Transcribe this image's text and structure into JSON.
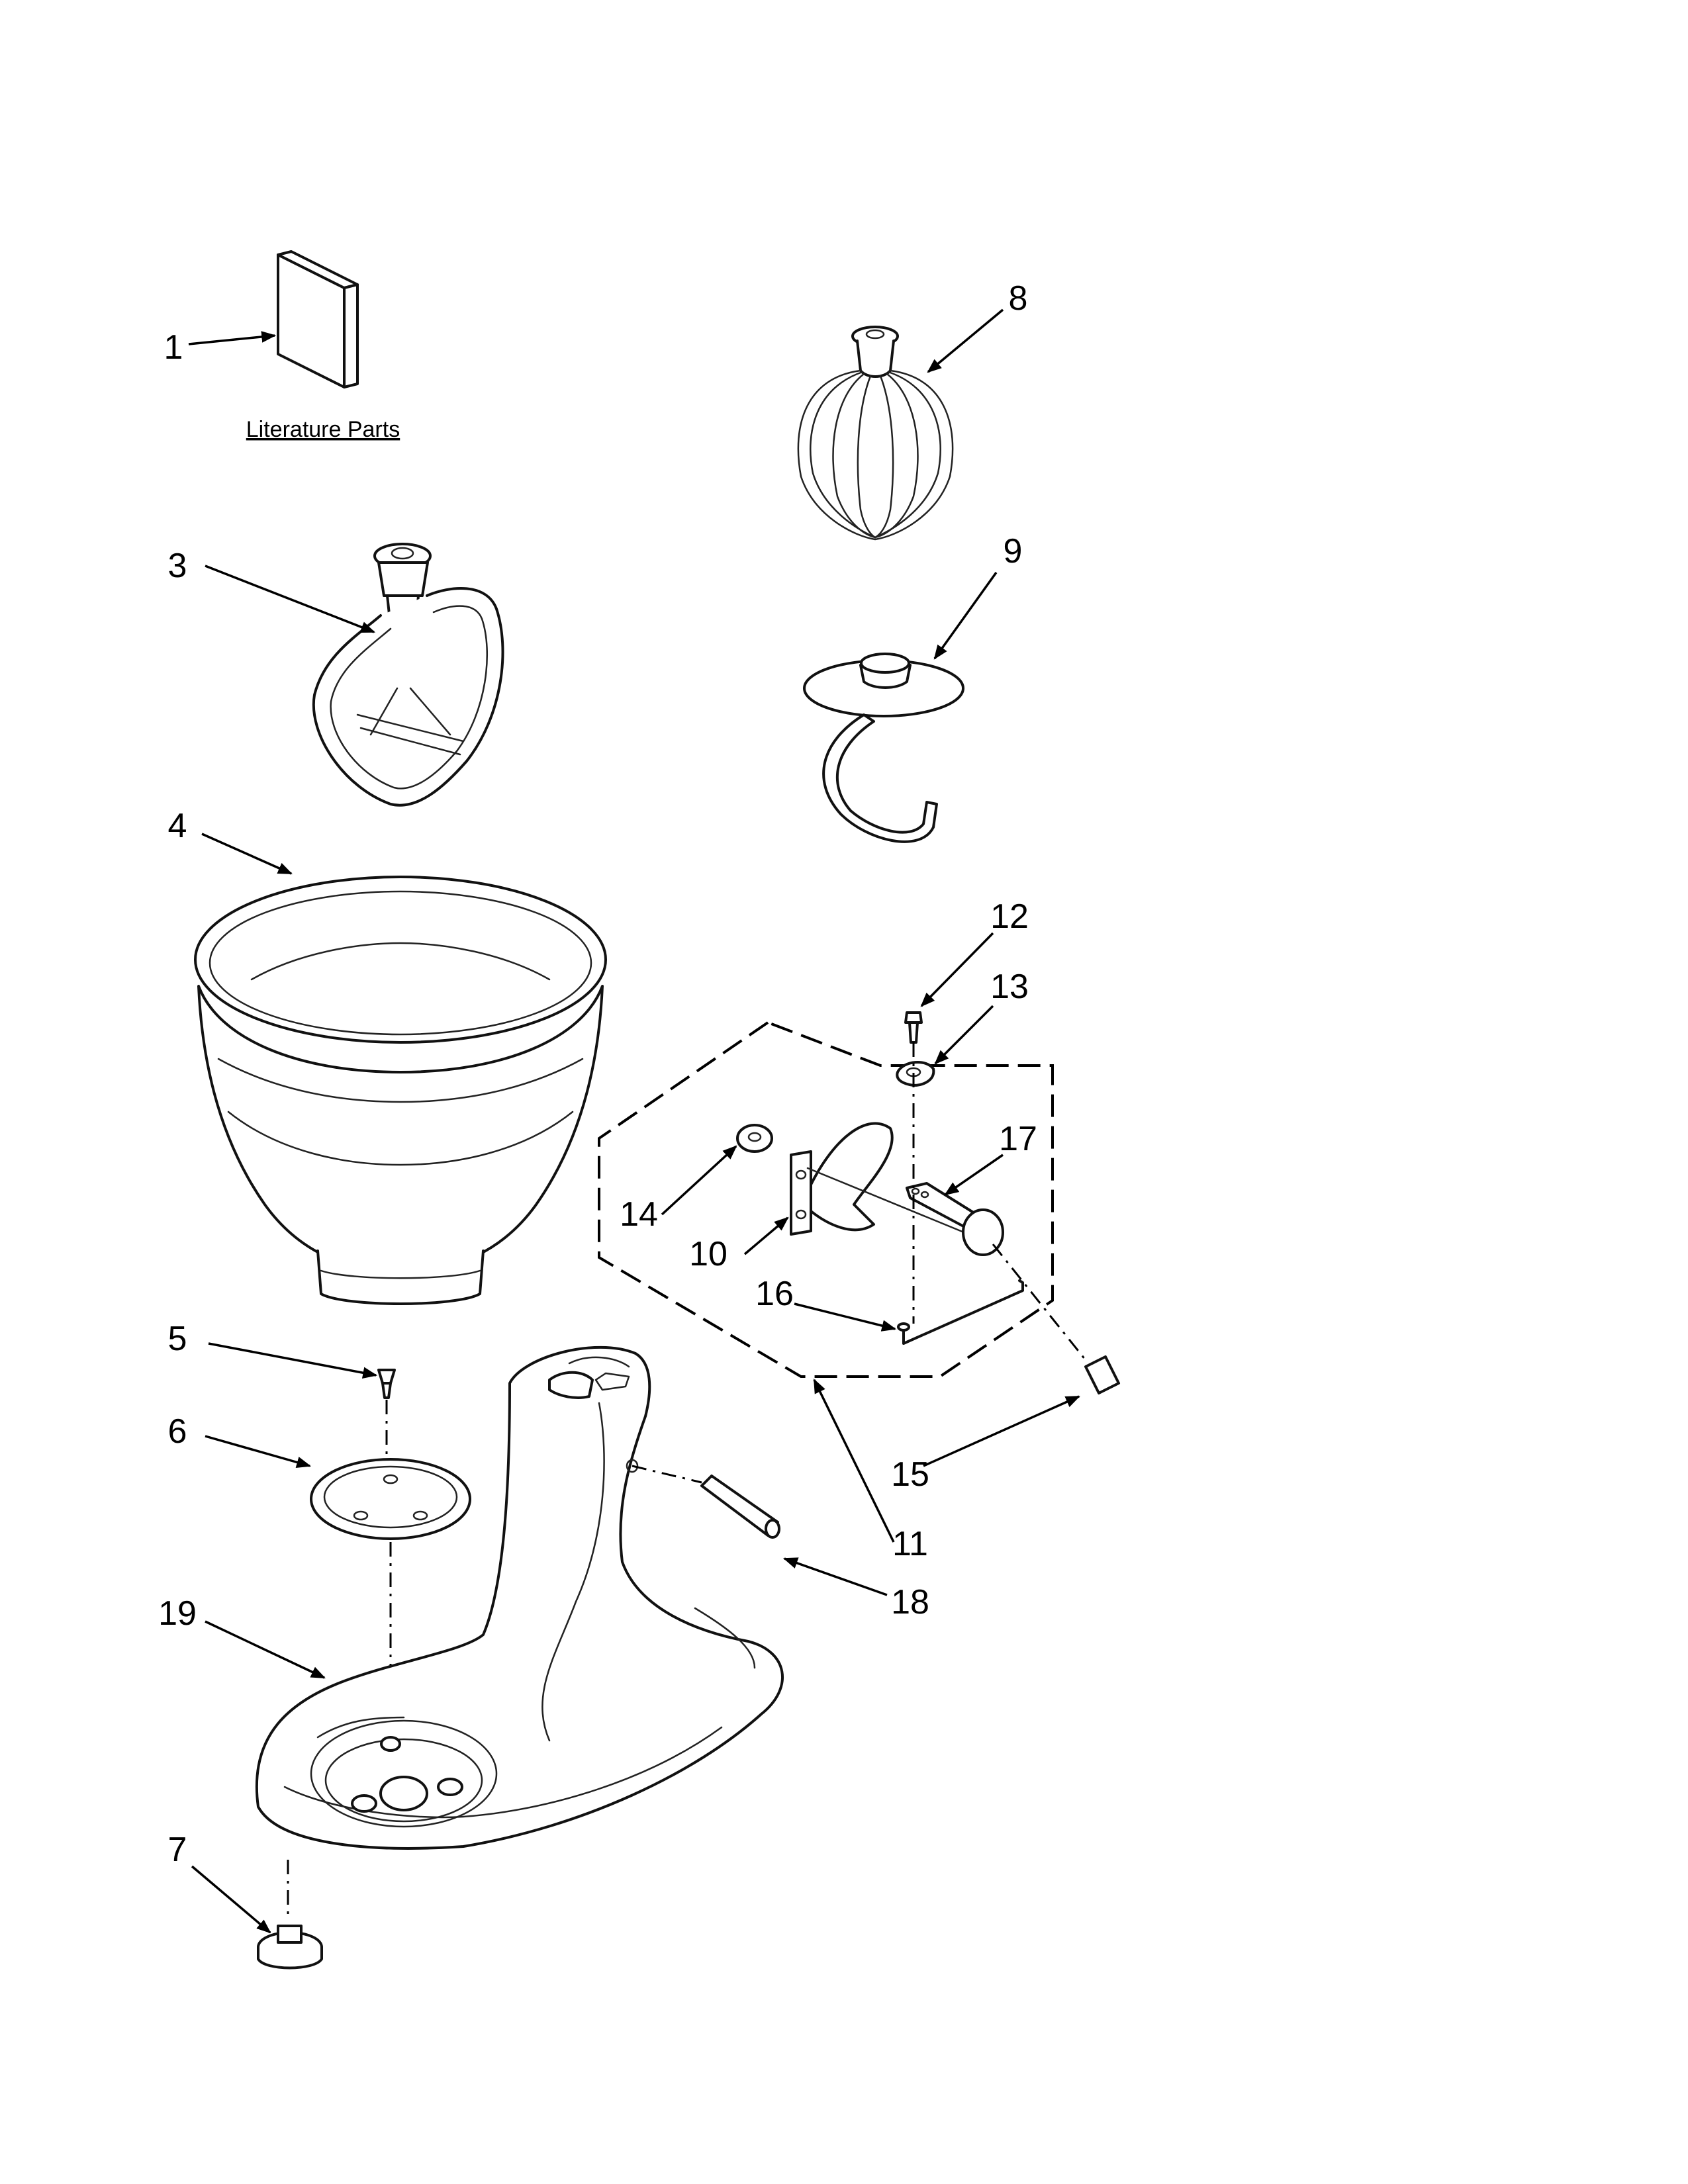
{
  "diagram": {
    "literature_caption": "Literature Parts",
    "callouts": {
      "c1": "1",
      "c3": "3",
      "c4": "4",
      "c5": "5",
      "c6": "6",
      "c7": "7",
      "c8": "8",
      "c9": "9",
      "c10": "10",
      "c11": "11",
      "c12": "12",
      "c13": "13",
      "c14": "14",
      "c15": "15",
      "c16": "16",
      "c17": "17",
      "c18": "18",
      "c19": "19"
    }
  }
}
